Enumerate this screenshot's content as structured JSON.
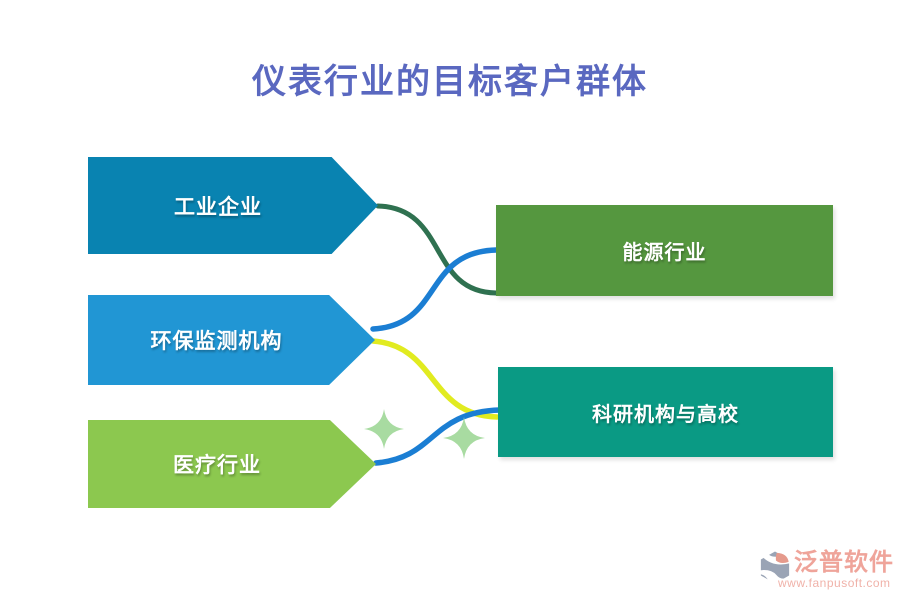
{
  "title": {
    "text": "仪表行业的目标客户群体",
    "color": "#5A68C0"
  },
  "diagram": {
    "left_items": [
      {
        "id": "industrial",
        "label": "工业企业",
        "color": "#0983B1"
      },
      {
        "id": "environmental",
        "label": "环保监测机构",
        "color": "#2196D4"
      },
      {
        "id": "medical",
        "label": "医疗行业",
        "color": "#8CC84F"
      }
    ],
    "right_items": [
      {
        "id": "energy",
        "label": "能源行业",
        "color": "#55973F"
      },
      {
        "id": "research",
        "label": "科研机构与高校",
        "color": "#0A9A84"
      }
    ],
    "connectors": [
      {
        "from": "工业企业",
        "to": "能源行业",
        "color": "#2F7150"
      },
      {
        "from": "环保监测机构",
        "to": "能源行业",
        "color": "#1B7ED3"
      },
      {
        "from": "环保监测机构",
        "to": "科研机构与高校",
        "color": "#E1EB20"
      },
      {
        "from": "医疗行业",
        "to": "科研机构与高校",
        "color": "#1B7ED3"
      }
    ],
    "decorations": [
      {
        "type": "sparkle",
        "color": "#A8DBA1"
      },
      {
        "type": "sparkle",
        "color": "#A8DBA1"
      }
    ]
  },
  "watermark": {
    "brand": "泛普软件",
    "url": "www.fanpusoft.com",
    "brand_color": "#EFA49A",
    "icon_gray": "#9AA4B5",
    "icon_salmon": "#E59A8C"
  }
}
